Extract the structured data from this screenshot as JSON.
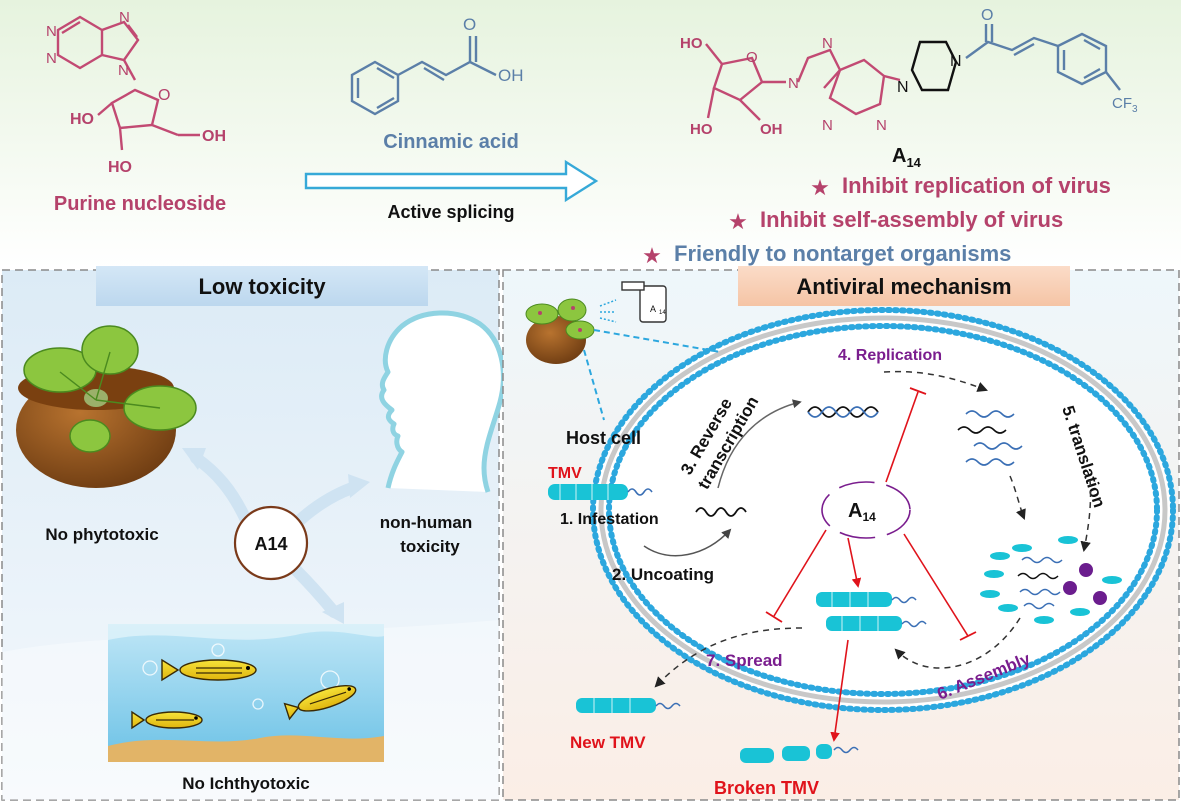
{
  "top": {
    "purine_label": "Purine nucleoside",
    "cinnamic_label": "Cinnamic acid",
    "active_splicing": "Active splicing",
    "compound": "A",
    "compound_sub": "14",
    "atoms": {
      "N": "N",
      "O": "O",
      "OH": "OH",
      "HO": "HO",
      "CF": "CF",
      "CF_sub": "3"
    },
    "claims": [
      "Inhibit replication of virus",
      "Inhibit self-assembly of virus",
      "Friendly to nontarget organisms"
    ]
  },
  "left_panel": {
    "title": "Low toxicity",
    "center": "A14",
    "plant": "No phytotoxic",
    "human_line1": "non-human",
    "human_line2": "toxicity",
    "fish": "No Ichthyotoxic"
  },
  "right_panel": {
    "title": "Antiviral mechanism",
    "spray_label": "A",
    "spray_label_sub": "14",
    "host_cell": "Host cell",
    "tmv": "TMV",
    "step1": "1. Infestation",
    "step2": "2. Uncoating",
    "step3_line1": "3. Reverse",
    "step3_line2": "transcription",
    "step4": "4. Replication",
    "step5": "5. translation",
    "step6": "6. Assembly",
    "step7": "7. Spread",
    "center": "A",
    "center_sub": "14",
    "new_tmv": "New TMV",
    "broken_tmv": "Broken TMV"
  },
  "colors": {
    "purine": "#c24a73",
    "cinnamic": "#5b7fa8",
    "star": "#b5426b",
    "membrane": "#2ca7de",
    "virus": "#19c3d6",
    "inhibition": "#e0131b",
    "assembly_label": "#7a1d8e"
  }
}
